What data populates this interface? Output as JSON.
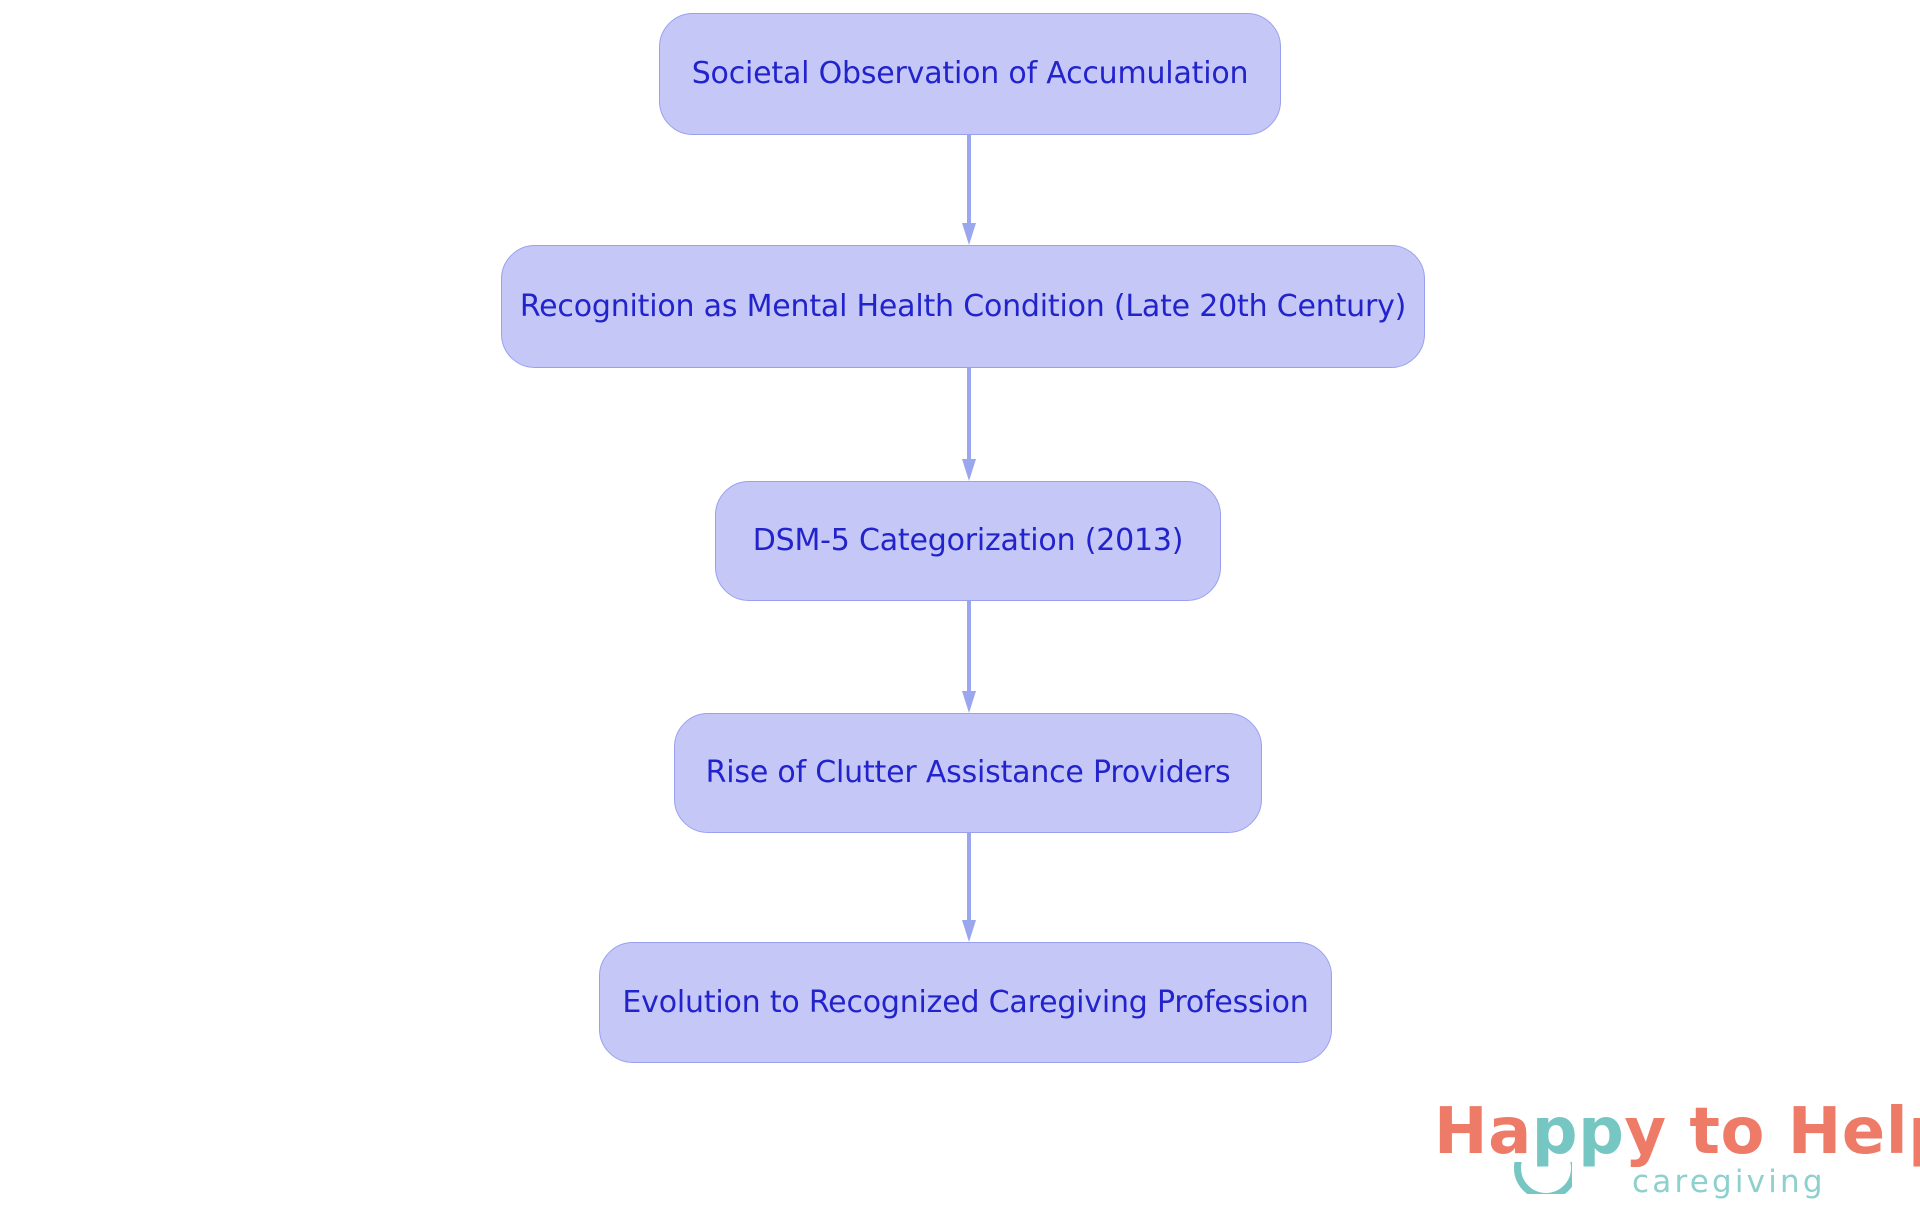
{
  "chart_data": {
    "type": "diagram",
    "diagram_type": "flowchart",
    "orientation": "top-to-bottom",
    "title": "",
    "nodes": [
      {
        "id": "node-1",
        "label": "Societal Observation of Accumulation"
      },
      {
        "id": "node-2",
        "label": "Recognition as Mental Health Condition (Late 20th Century)"
      },
      {
        "id": "node-3",
        "label": "DSM-5 Categorization (2013)"
      },
      {
        "id": "node-4",
        "label": "Rise of Clutter Assistance Providers"
      },
      {
        "id": "node-5",
        "label": "Evolution to Recognized Caregiving Profession"
      }
    ],
    "edges": [
      {
        "from": "node-1",
        "to": "node-2",
        "label": ""
      },
      {
        "from": "node-2",
        "to": "node-3",
        "label": ""
      },
      {
        "from": "node-3",
        "to": "node-4",
        "label": ""
      },
      {
        "from": "node-4",
        "to": "node-5",
        "label": ""
      }
    ],
    "colors": {
      "node_fill": "#c5c8f7",
      "node_border": "#9aa0ee",
      "node_text": "#2323cc",
      "edge": "#9aa6ee",
      "background": "#ffffff"
    }
  },
  "flow": {
    "steps": [
      {
        "label": "Societal Observation of Accumulation"
      },
      {
        "label": "Recognition as Mental Health Condition (Late 20th Century)"
      },
      {
        "label": "DSM-5 Categorization (2013)"
      },
      {
        "label": "Rise of Clutter Assistance Providers"
      },
      {
        "label": "Evolution to Recognized Caregiving Profession"
      }
    ]
  },
  "logo": {
    "word_happy_h": "H",
    "word_happy_a": "a",
    "word_happy_pp": "pp",
    "word_happy_y": "y",
    "word_to": "to",
    "word_help": "Help",
    "tagline": "caregiving",
    "full_text": "Happy to Help caregiving",
    "primary_color": "#ee7a68",
    "secondary_color": "#76c6c4"
  }
}
